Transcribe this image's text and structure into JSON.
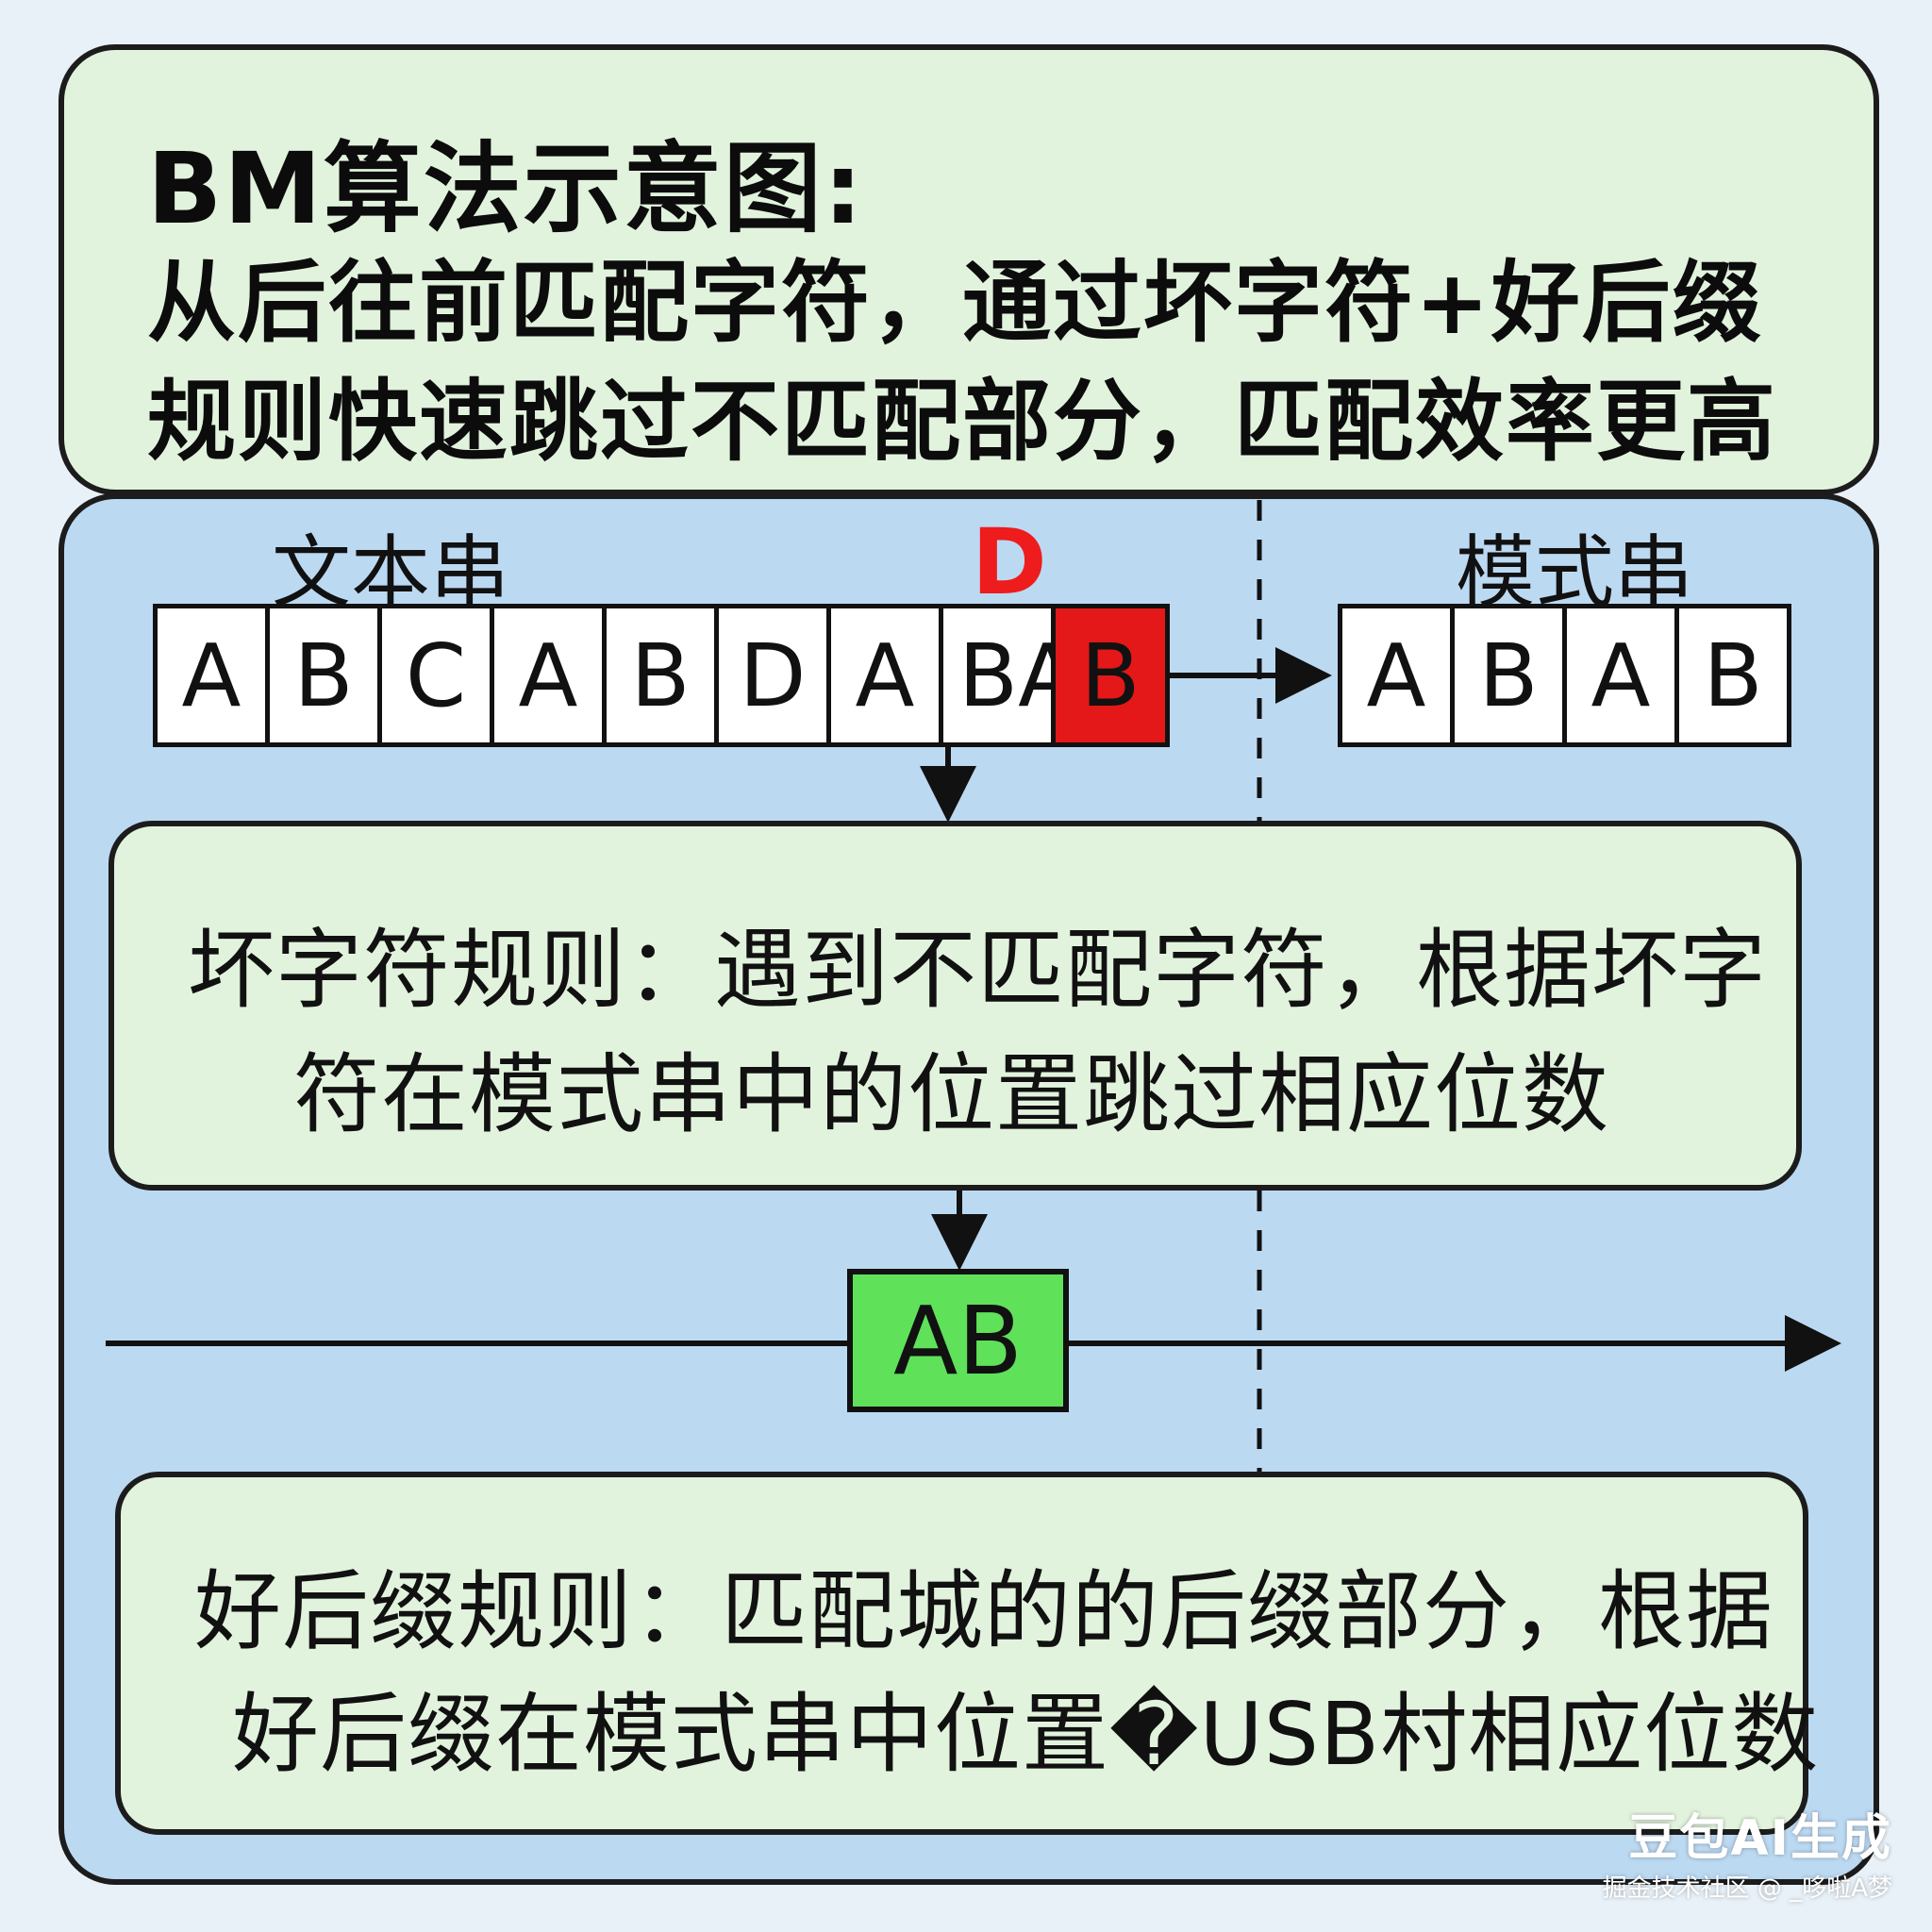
{
  "title": {
    "line1": "BM算法示意图:",
    "line2": "从后往前匹配字符，通过坏字符+好后缀",
    "line3": "规则快速跳过不匹配部分，匹配效率更高"
  },
  "text_string": {
    "label": "文本串",
    "chars": [
      "A",
      "B",
      "C",
      "A",
      "B",
      "D",
      "A",
      "BA",
      "B"
    ],
    "bad_char_label": "D",
    "bad_char_color": "#ee1c1c"
  },
  "pattern": {
    "label": "模式串",
    "chars": [
      "A",
      "B",
      "A",
      "B"
    ]
  },
  "bad_char_rule": {
    "line1": "坏字符规则：遇到不匹配字符，根据坏字",
    "line2": "符在模式串中的位置跳过相应位数"
  },
  "good_suffix_box": {
    "label": "AB",
    "color": "#5fe15a"
  },
  "good_suffix_rule": {
    "line1": "好后缀规则：匹配城的的后缀部分，根据",
    "line2": "好后缀在模式串中位置�USB村相应位数"
  },
  "watermark": {
    "main": "豆包AI生成",
    "sub": "掘金技术社区 @ _哆啦A梦"
  }
}
